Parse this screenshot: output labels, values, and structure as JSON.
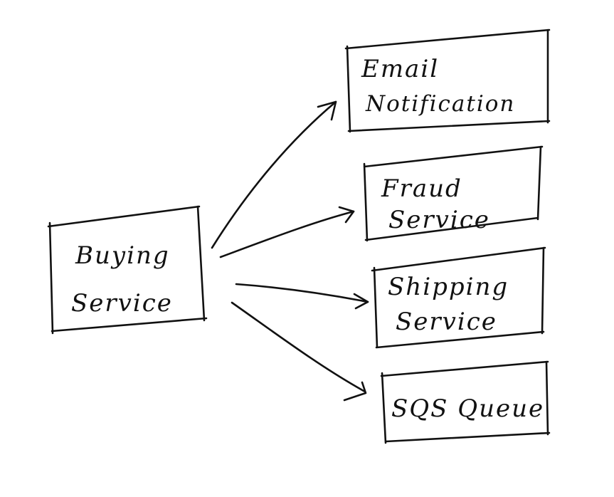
{
  "diagram": {
    "source": {
      "line1": "Buying",
      "line2": "Service"
    },
    "targets": [
      {
        "line1": "Email",
        "line2": "Notification"
      },
      {
        "line1": "Fraud",
        "line2": "Service"
      },
      {
        "line1": "Shipping",
        "line2": "Service"
      },
      {
        "line1": "SQS Queue",
        "line2": ""
      }
    ],
    "ink_color": "#111111",
    "background_color": "#ffffff"
  }
}
